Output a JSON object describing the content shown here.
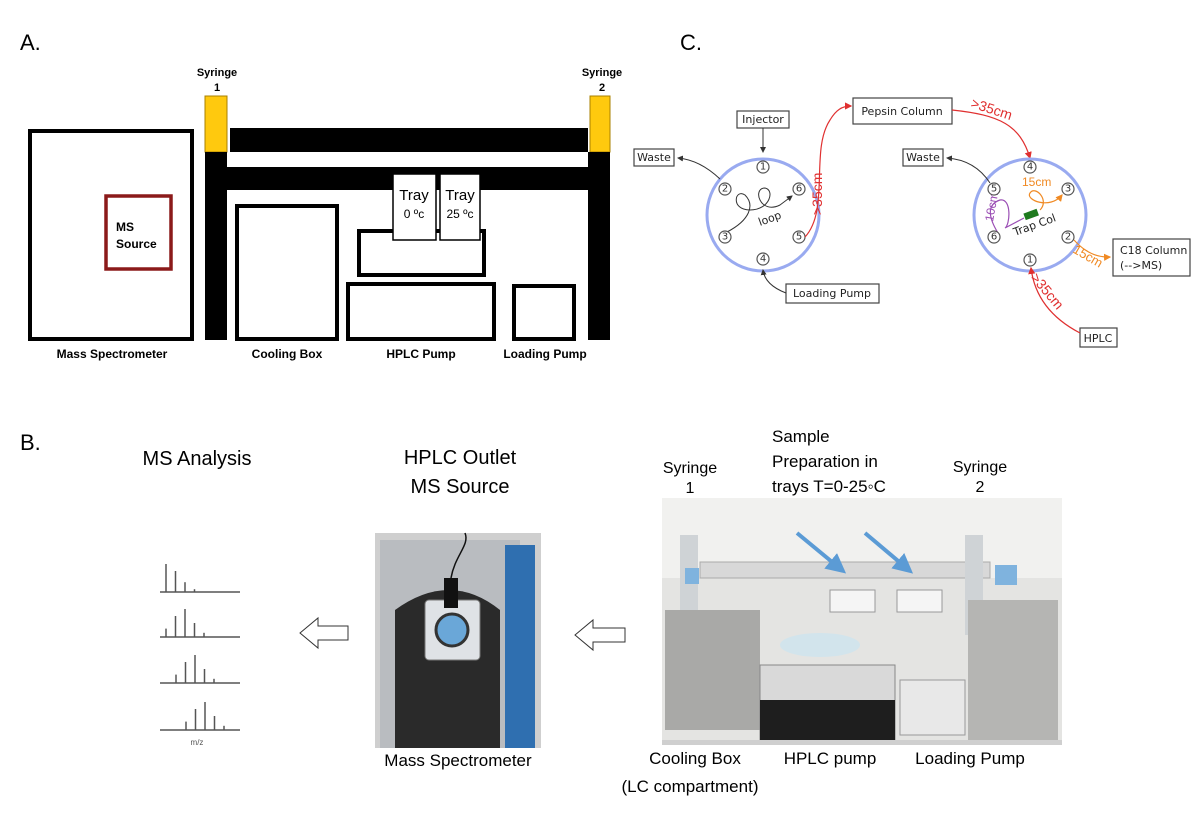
{
  "panel_a": {
    "letter": "A.",
    "syringe1": [
      "Syringe",
      "1"
    ],
    "syringe2": [
      "Syringe",
      "2"
    ],
    "ms_source": [
      "MS",
      "Source"
    ],
    "tray_cold": [
      "Tray",
      "0 ºc"
    ],
    "tray_warm": [
      "Tray",
      "25 ºc"
    ],
    "labels": {
      "mass_spectrometer": "Mass Spectrometer",
      "cooling_box": "Cooling Box",
      "hplc_pump": "HPLC Pump",
      "loading_pump": "Loading Pump"
    },
    "colors": {
      "syringe": "#ffc90e",
      "ms_source": "#8b1a1a",
      "frame": "#000000"
    }
  },
  "panel_b": {
    "letter": "B.",
    "ms_analysis": "MS Analysis",
    "hplc_outlet": [
      "HPLC Outlet",
      "MS Source"
    ],
    "mz_label": "m/z",
    "spectra": [
      [
        1,
        0.75,
        0.35,
        0.1
      ],
      [
        0.3,
        0.75,
        1,
        0.5,
        0.15
      ],
      [
        0.3,
        0.75,
        1,
        0.5,
        0.15
      ],
      [
        0.3,
        0.75,
        1,
        0.5,
        0.15
      ]
    ],
    "mass_spectrometer": "Mass Spectrometer",
    "syringe1": [
      "Syringe",
      "1"
    ],
    "syringe2": [
      "Syringe",
      "2"
    ],
    "sample_prep": [
      "Sample",
      "Preparation in",
      "trays T=0-25◦C"
    ],
    "cooling_box": [
      "Cooling Box",
      "(LC compartment)"
    ],
    "hplc_pump": "HPLC pump",
    "loading_pump": "Loading Pump",
    "colors": {
      "pointer_arrow": "#5b9bd5"
    }
  },
  "panel_c": {
    "letter": "C.",
    "left_valve": {
      "injector": "Injector",
      "waste": "Waste",
      "loading_pump": "Loading Pump",
      "loop": "loop",
      "ports": [
        "1",
        "2",
        "3",
        "4",
        "5",
        "6"
      ]
    },
    "pepsin_column": "Pepsin Column",
    "right_valve": {
      "waste": "Waste",
      "trap_col": "Trap Col",
      "c18_column": [
        "C18 Column",
        "(-->MS)"
      ],
      "hplc": "HPLC",
      "ports": [
        "1",
        "2",
        "3",
        "4",
        "5",
        "6"
      ]
    },
    "lengths": {
      "red": ">35cm",
      "orange": "15cm",
      "purple": "10cm"
    },
    "colors": {
      "valve": "#99aaf0",
      "red": "#e03030",
      "orange": "#f08a24",
      "purple": "#9b4fb5",
      "trap": "#1f7a1f"
    }
  }
}
